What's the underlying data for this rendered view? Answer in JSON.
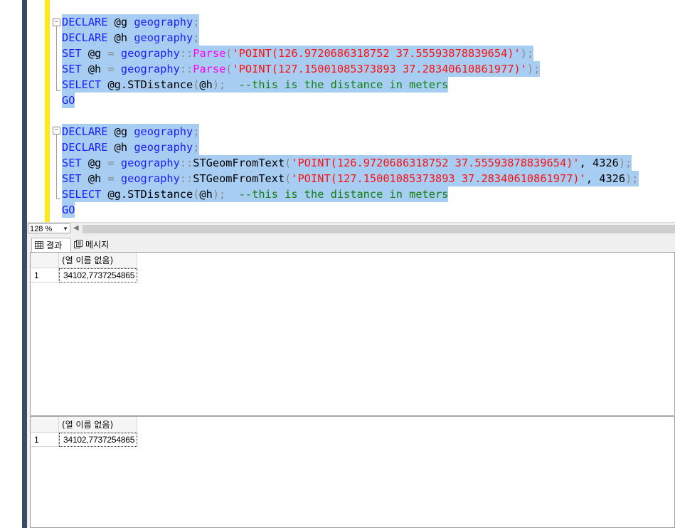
{
  "editor": {
    "lines": [
      [
        {
          "t": "DECLARE",
          "c": "kw"
        },
        {
          "t": " @g ",
          "c": "tx"
        },
        {
          "t": "geography",
          "c": "ty"
        },
        {
          "t": ";",
          "c": "op"
        }
      ],
      [
        {
          "t": "DECLARE",
          "c": "kw"
        },
        {
          "t": " @h ",
          "c": "tx"
        },
        {
          "t": "geography",
          "c": "ty"
        },
        {
          "t": ";",
          "c": "op"
        }
      ],
      [
        {
          "t": "SET",
          "c": "kw"
        },
        {
          "t": " @g ",
          "c": "tx"
        },
        {
          "t": "=",
          "c": "op"
        },
        {
          "t": " ",
          "c": "tx"
        },
        {
          "t": "geography",
          "c": "ty"
        },
        {
          "t": "::",
          "c": "op"
        },
        {
          "t": "Parse",
          "c": "fn-pink"
        },
        {
          "t": "(",
          "c": "op"
        },
        {
          "t": "'POINT(126.9720686318752 37.55593878839654)'",
          "c": "str"
        },
        {
          "t": ");",
          "c": "op"
        }
      ],
      [
        {
          "t": "SET",
          "c": "kw"
        },
        {
          "t": " @h ",
          "c": "tx"
        },
        {
          "t": "=",
          "c": "op"
        },
        {
          "t": " ",
          "c": "tx"
        },
        {
          "t": "geography",
          "c": "ty"
        },
        {
          "t": "::",
          "c": "op"
        },
        {
          "t": "Parse",
          "c": "fn-pink"
        },
        {
          "t": "(",
          "c": "op"
        },
        {
          "t": "'POINT(127.15001085373893 37.28340610861977)'",
          "c": "str"
        },
        {
          "t": ");",
          "c": "op"
        }
      ],
      [
        {
          "t": "SELECT",
          "c": "kw"
        },
        {
          "t": " @g.STDistance",
          "c": "tx"
        },
        {
          "t": "(",
          "c": "op"
        },
        {
          "t": "@h",
          "c": "tx"
        },
        {
          "t": ");",
          "c": "op"
        },
        {
          "t": "  --this is the distance in meters",
          "c": "cm"
        }
      ],
      [
        {
          "t": "GO",
          "c": "kw"
        }
      ],
      [],
      [
        {
          "t": "DECLARE",
          "c": "kw"
        },
        {
          "t": " @g ",
          "c": "tx"
        },
        {
          "t": "geography",
          "c": "ty"
        },
        {
          "t": ";",
          "c": "op"
        }
      ],
      [
        {
          "t": "DECLARE",
          "c": "kw"
        },
        {
          "t": " @h ",
          "c": "tx"
        },
        {
          "t": "geography",
          "c": "ty"
        },
        {
          "t": ";",
          "c": "op"
        }
      ],
      [
        {
          "t": "SET",
          "c": "kw"
        },
        {
          "t": " @g ",
          "c": "tx"
        },
        {
          "t": "=",
          "c": "op"
        },
        {
          "t": " ",
          "c": "tx"
        },
        {
          "t": "geography",
          "c": "ty"
        },
        {
          "t": "::",
          "c": "op"
        },
        {
          "t": "STGeomFromText",
          "c": "tx"
        },
        {
          "t": "(",
          "c": "op"
        },
        {
          "t": "'POINT(126.9720686318752 37.55593878839654)'",
          "c": "str"
        },
        {
          "t": ", 4326",
          "c": "tx"
        },
        {
          "t": ");",
          "c": "op"
        }
      ],
      [
        {
          "t": "SET",
          "c": "kw"
        },
        {
          "t": " @h ",
          "c": "tx"
        },
        {
          "t": "=",
          "c": "op"
        },
        {
          "t": " ",
          "c": "tx"
        },
        {
          "t": "geography",
          "c": "ty"
        },
        {
          "t": "::",
          "c": "op"
        },
        {
          "t": "STGeomFromText",
          "c": "tx"
        },
        {
          "t": "(",
          "c": "op"
        },
        {
          "t": "'POINT(127.15001085373893 37.28340610861977)'",
          "c": "str"
        },
        {
          "t": ", 4326",
          "c": "tx"
        },
        {
          "t": ");",
          "c": "op"
        }
      ],
      [
        {
          "t": "SELECT",
          "c": "kw"
        },
        {
          "t": " @g.STDistance",
          "c": "tx"
        },
        {
          "t": "(",
          "c": "op"
        },
        {
          "t": "@h",
          "c": "tx"
        },
        {
          "t": ");",
          "c": "op"
        },
        {
          "t": "  --this is the distance in meters",
          "c": "cm"
        }
      ],
      [
        {
          "t": "GO",
          "c": "kw"
        }
      ]
    ]
  },
  "zoom": {
    "value": "128 %"
  },
  "results": {
    "tabs": {
      "results": "결과",
      "messages": "메시지"
    },
    "grids": [
      {
        "column_header": "(열 이름 없음)",
        "row_number": "1",
        "cell_value": "34102,7737254865"
      },
      {
        "column_header": "(열 이름 없음)",
        "row_number": "1",
        "cell_value": "34102,7737254865"
      }
    ]
  },
  "colors": {
    "keyword": "#1c1cff",
    "string": "#ff1010",
    "comment": "#108010",
    "function_pink": "#ff00ff",
    "selection": "#a8cdf2",
    "change_margin": "#ffe81a"
  }
}
